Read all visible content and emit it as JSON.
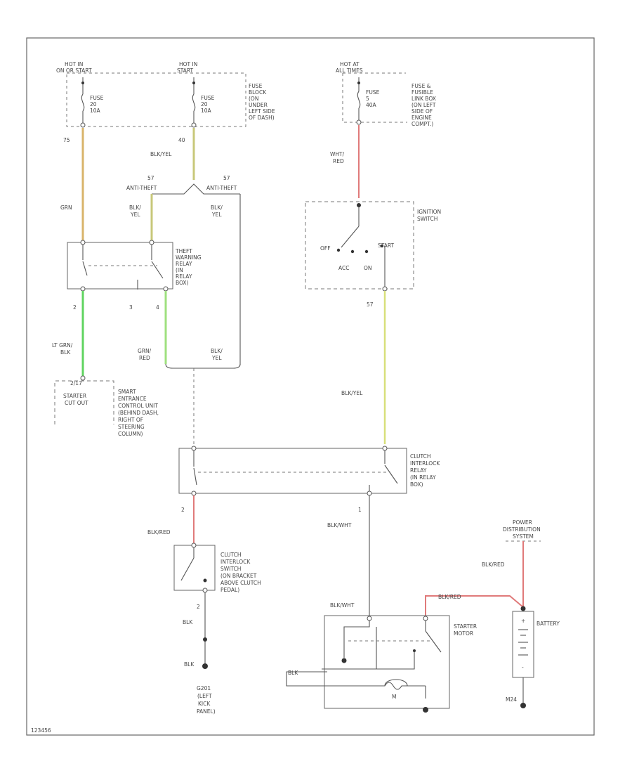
{
  "diagram": {
    "figure_id": "123456",
    "wire_colors": {
      "orange": "#d9b46a",
      "olive": "#c8c87a",
      "green": "#5fd45f",
      "lightgreen": "#9fe07f",
      "red": "#e07a7a",
      "yellowgreen": "#d8e07a"
    },
    "labels": {
      "hot_run_start": [
        "HOT IN",
        "ON OR START"
      ],
      "hot_start": [
        "HOT IN",
        "START"
      ],
      "hot_all_times": [
        "HOT AT",
        "ALL TIMES"
      ],
      "fuse1": [
        "FUSE",
        "20",
        "10A"
      ],
      "fuse2": [
        "FUSE",
        "20",
        "10A"
      ],
      "fuse3": [
        "FUSE",
        "5",
        "40A"
      ],
      "fuse_block": [
        "FUSE",
        "BLOCK",
        "(ON",
        "UNDER",
        "LEFT SIDE",
        "OF DASH)"
      ],
      "fuse_link": [
        "FUSE &",
        "FUSIBLE",
        "LINK BOX",
        "(ON LEFT",
        "SIDE OF",
        "ENGINE",
        "COMPT.)"
      ],
      "c75": "75",
      "c40": "40",
      "c57": "57",
      "c57b": "57",
      "blkyel_top": "BLK/YEL",
      "wht_red": [
        "WHT/",
        "RED"
      ],
      "connector_left": "ANTI-THEFT",
      "connector_right": "ANTI-THEFT",
      "grn": "GRN",
      "blk_yel_a": [
        "BLK/",
        "YEL"
      ],
      "blk_yel_b": [
        "BLK/",
        "YEL"
      ],
      "ignition_switch": [
        "IGNITION",
        "SWITCH"
      ],
      "off": "OFF",
      "start": "START",
      "acc": "ACC",
      "on": "ON",
      "theft_relay": [
        "THEFT",
        "WARNING",
        "RELAY",
        "(IN",
        "RELAY",
        "BOX)"
      ],
      "pin2": "2",
      "pin3": "3",
      "pin4": "4",
      "lt_grn_blk": [
        "LT GRN/",
        "BLK"
      ],
      "grn_red": [
        "GRN/",
        "RED"
      ],
      "blk_yel_c": [
        "BLK/",
        "YEL"
      ],
      "smart_ent_pin": "2/17",
      "starter_cutout": [
        "STARTER",
        "CUT OUT"
      ],
      "smart_entrance": [
        "SMART",
        "ENTRANCE",
        "CONTROL UNIT",
        "(BEHIND DASH,",
        "RIGHT OF",
        "STEERING",
        "COLUMN)"
      ],
      "blkyel_mid": "BLK/YEL",
      "clutch_relay": [
        "CLUTCH",
        "INTERLOCK",
        "RELAY",
        "(IN RELAY",
        "BOX)"
      ],
      "pin2b": "2",
      "pin1": "1",
      "blk_red_a": "BLK/RED",
      "blk_wht_a": "BLK/WHT",
      "power_dist": [
        "POWER",
        "DISTRIBUTION",
        "SYSTEM"
      ],
      "blk_red_b": "BLK/RED",
      "clutch_switch": [
        "CLUTCH",
        "INTERLOCK",
        "SWITCH",
        "(ON BRACKET",
        "ABOVE CLUTCH",
        "PEDAL)"
      ],
      "blk_red_c": "BLK/RED",
      "pin2c": "2",
      "blk_a": "BLK",
      "blk_b": "BLK",
      "blk_wht_b": "BLK/WHT",
      "starter_motor": [
        "STARTER",
        "MOTOR"
      ],
      "battery": "BATTERY",
      "bat_plus": "+",
      "bat_minus": "-",
      "blk_c": "BLK",
      "motor_m": "M",
      "ground_left": [
        "G201",
        "(LEFT",
        "KICK",
        "PANEL)"
      ],
      "ground_right": "M24"
    }
  }
}
